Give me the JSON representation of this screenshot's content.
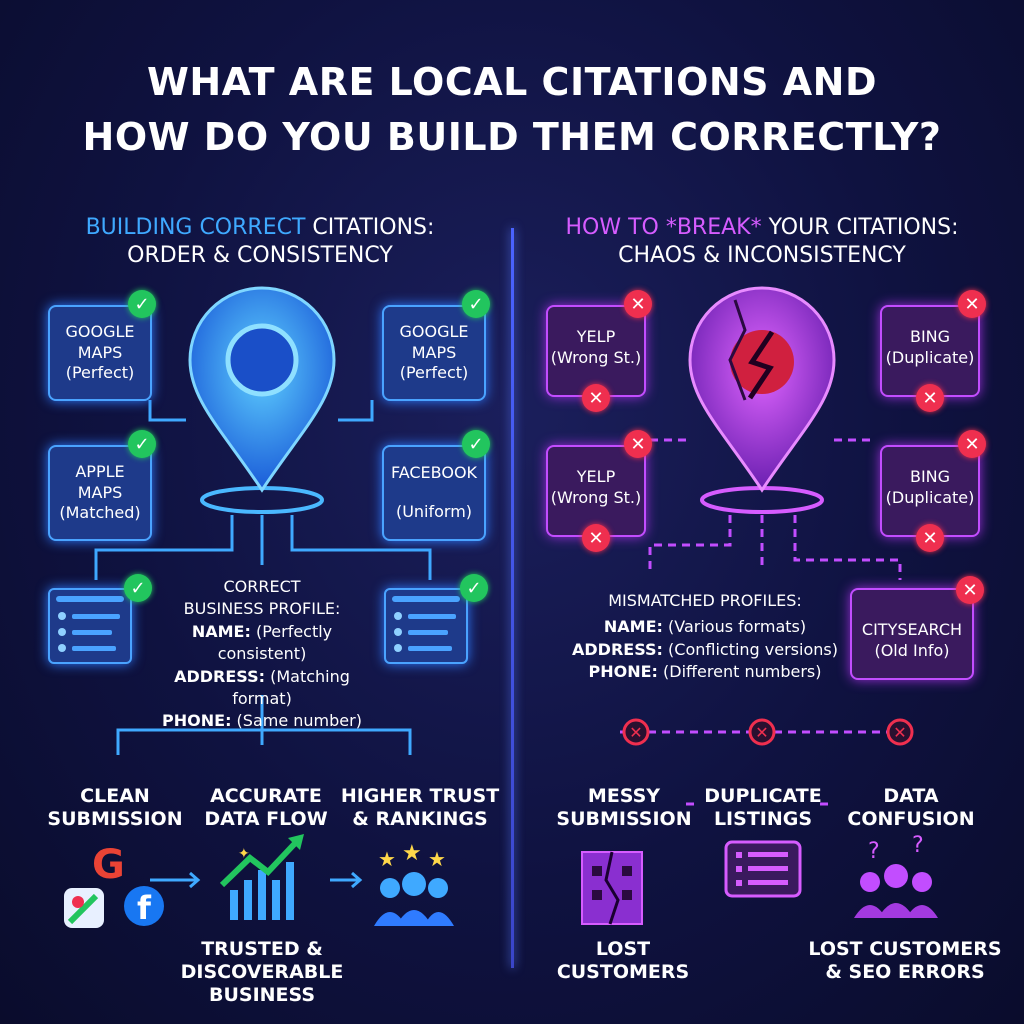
{
  "title": {
    "line1": "WHAT ARE LOCAL CITATIONS AND",
    "line2": "HOW DO YOU BUILD THEM CORRECTLY?"
  },
  "left": {
    "heading_part1": "BUILDING CORRECT",
    "heading_part2": " CITATIONS:",
    "heading_line2": "ORDER & CONSISTENCY",
    "cards": [
      {
        "name": "GOOGLE",
        "name2": "MAPS",
        "status": "(Perfect)"
      },
      {
        "name": "GOOGLE",
        "name2": "MAPS",
        "status": "(Perfect)"
      },
      {
        "name": "APPLE",
        "name2": "MAPS",
        "status": "(Matched)"
      },
      {
        "name": "FACEBOOK",
        "status": "(Uniform)"
      }
    ],
    "profile": {
      "title1": "CORRECT",
      "title2": "BUSINESS PROFILE:",
      "name_label": "NAME:",
      "name_value": " (Perfectly consistent)",
      "address_label": "ADDRESS:",
      "address_value": " (Matching format)",
      "phone_label": "PHONE:",
      "phone_value": " (Same number)"
    },
    "steps": [
      {
        "l1": "CLEAN",
        "l2": "SUBMISSION"
      },
      {
        "l1": "ACCURATE",
        "l2": "DATA FLOW"
      },
      {
        "l1": "HIGHER TRUST",
        "l2": "& RANKINGS"
      }
    ],
    "google_letter": "G",
    "facebook_letter": "f",
    "result": {
      "l1": "TRUSTED &",
      "l2": "DISCOVERABLE",
      "l3": "BUSINESS"
    }
  },
  "right": {
    "heading_part1": "HOW TO *BREAK*",
    "heading_part2": " YOUR CITATIONS:",
    "heading_line2": "CHAOS & INCONSISTENCY",
    "cards": [
      {
        "name": "YELP",
        "status": "(Wrong St.)"
      },
      {
        "name": "BING",
        "status": "(Duplicate)"
      },
      {
        "name": "YELP",
        "status": "(Wrong St.)"
      },
      {
        "name": "BING",
        "status": "(Duplicate)"
      },
      {
        "name": "CITYSEARCH",
        "status": "(Old Info)"
      }
    ],
    "profile": {
      "title": "MISMATCHED PROFILES:",
      "name_label": "NAME:",
      "name_value": " (Various formats)",
      "address_label": "ADDRESS:",
      "address_value": " (Conflicting versions)",
      "phone_label": "PHONE:",
      "phone_value": " (Different numbers)"
    },
    "steps": [
      {
        "l1": "MESSY",
        "l2": "SUBMISSION"
      },
      {
        "l1": "DUPLICATE",
        "l2": "LISTINGS"
      },
      {
        "l1": "DATA",
        "l2": "CONFUSION"
      }
    ],
    "results": [
      {
        "l1": "LOST",
        "l2": "CUSTOMERS"
      },
      {
        "l1": "LOST CUSTOMERS",
        "l2": "& SEO ERRORS"
      }
    ]
  },
  "colors": {
    "accent_blue": "#3fa9ff",
    "accent_magenta": "#d65cff",
    "ok": "#22c55e",
    "error": "#ef2f4f"
  }
}
